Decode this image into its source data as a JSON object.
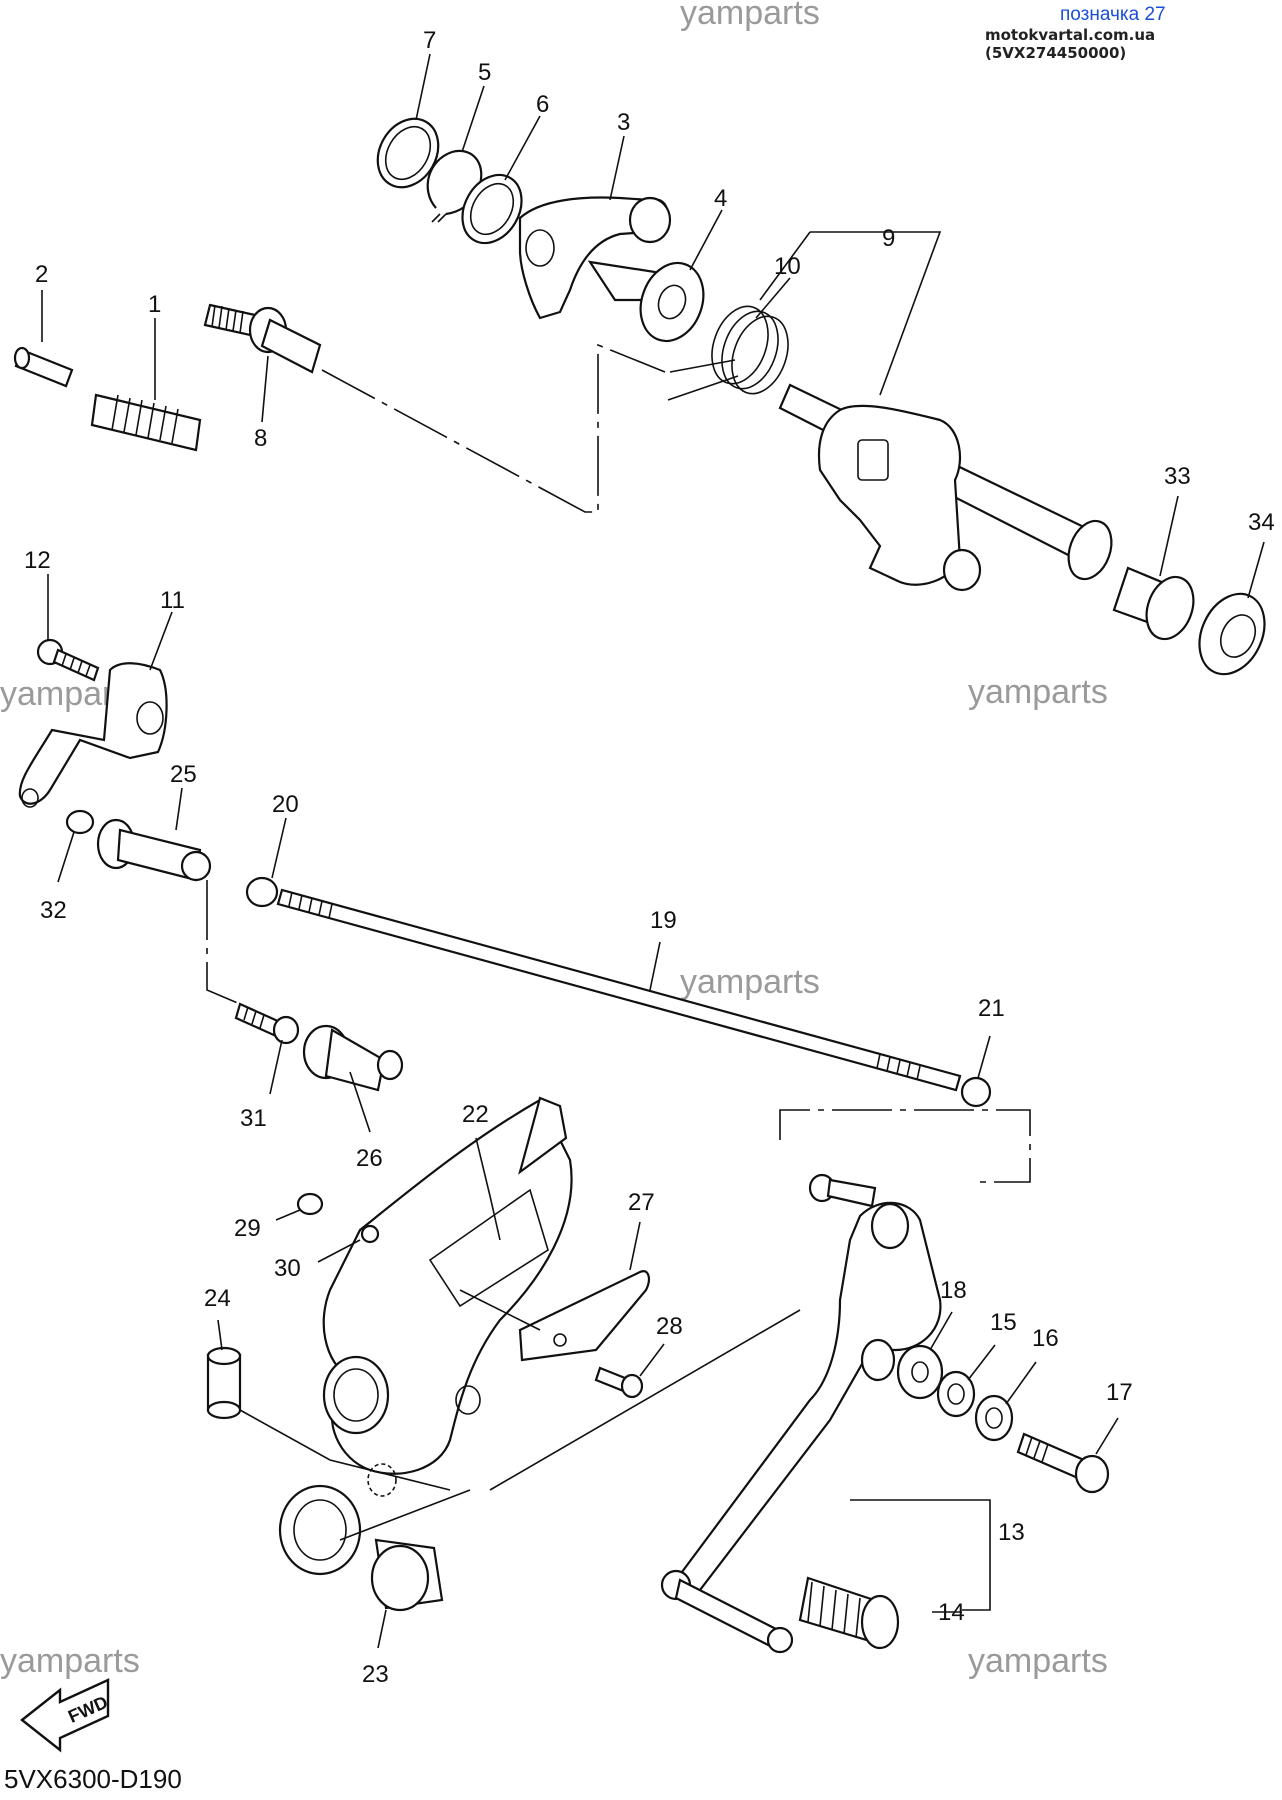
{
  "header": {
    "title": "позначка 27",
    "subtitle": "motokvartal.com.ua (5VX274450000)"
  },
  "watermarks": [
    "yamparts",
    "yamparts",
    "yamparts",
    "yamparts",
    "yamparts",
    "yamparts"
  ],
  "diagram_code": "5VX6300-D190",
  "fwd_label": "FWD",
  "callouts": [
    "1",
    "2",
    "3",
    "4",
    "5",
    "6",
    "7",
    "8",
    "9",
    "10",
    "11",
    "12",
    "13",
    "14",
    "15",
    "16",
    "17",
    "18",
    "19",
    "20",
    "21",
    "22",
    "23",
    "24",
    "25",
    "26",
    "27",
    "28",
    "29",
    "30",
    "31",
    "32",
    "33",
    "34"
  ]
}
